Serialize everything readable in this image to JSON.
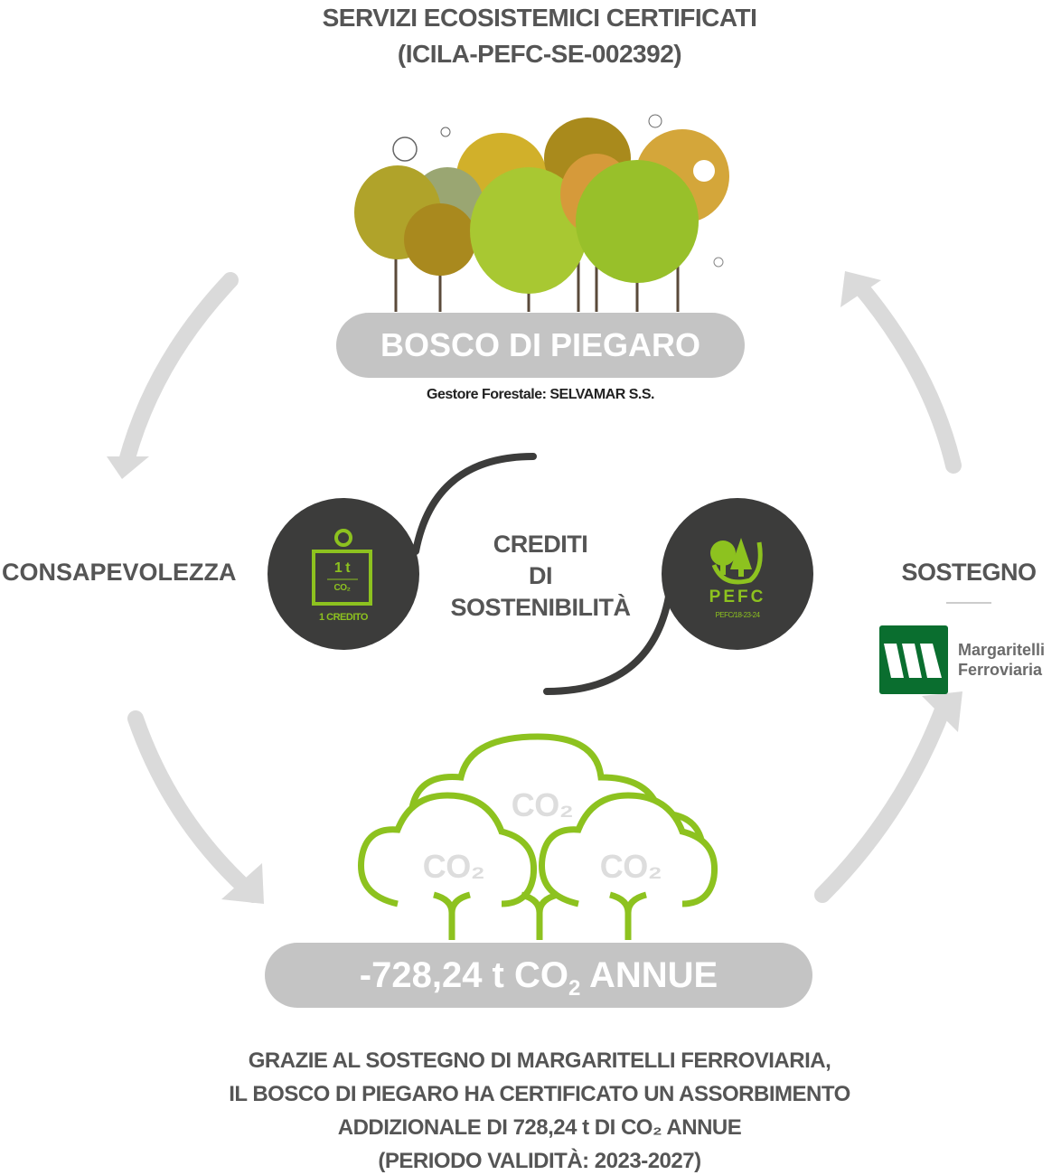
{
  "header": {
    "line1": "SERVIZI ECOSISTEMICI CERTIFICATI",
    "line2": "(ICILA-PEFC-SE-002392)"
  },
  "forest": {
    "name": "BOSCO DI PIEGARO",
    "manager": "Gestore Forestale: SELVAMAR S.S."
  },
  "left_label": "CONSAPEVOLEZZA",
  "right_label": "SOSTEGNO",
  "center": {
    "line1": "CREDITI",
    "line2": "DI",
    "line3": "SOSTENIBILITÀ"
  },
  "credit_badge": {
    "amount": "1 t",
    "unit": "CO₂",
    "label": "1 CREDITO"
  },
  "pefc_badge": {
    "name": "PEFC",
    "code": "PEFC/18-23-24"
  },
  "sponsor": {
    "line1": "Margaritelli",
    "line2": "Ferroviaria"
  },
  "clouds": {
    "label": "CO₂"
  },
  "result": {
    "value": "-728,24 t CO",
    "sub": "2",
    "suffix": " ANNUE"
  },
  "footer": {
    "line1": "GRAZIE AL SOSTEGNO DI MARGARITELLI FERROVIARIA,",
    "line2": "IL BOSCO DI PIEGARO HA CERTIFICATO UN ASSORBIMENTO",
    "line3": "ADDIZIONALE DI 728,24 t DI CO₂ ANNUE",
    "line4": "(PERIODO VALIDITÀ: 2023-2027)"
  },
  "colors": {
    "text": "#555555",
    "pill": "#c4c4c4",
    "dark": "#3c3c3b",
    "green": "#8dc21f",
    "logo_green": "#0a6e2f",
    "arrow": "#dadada"
  }
}
